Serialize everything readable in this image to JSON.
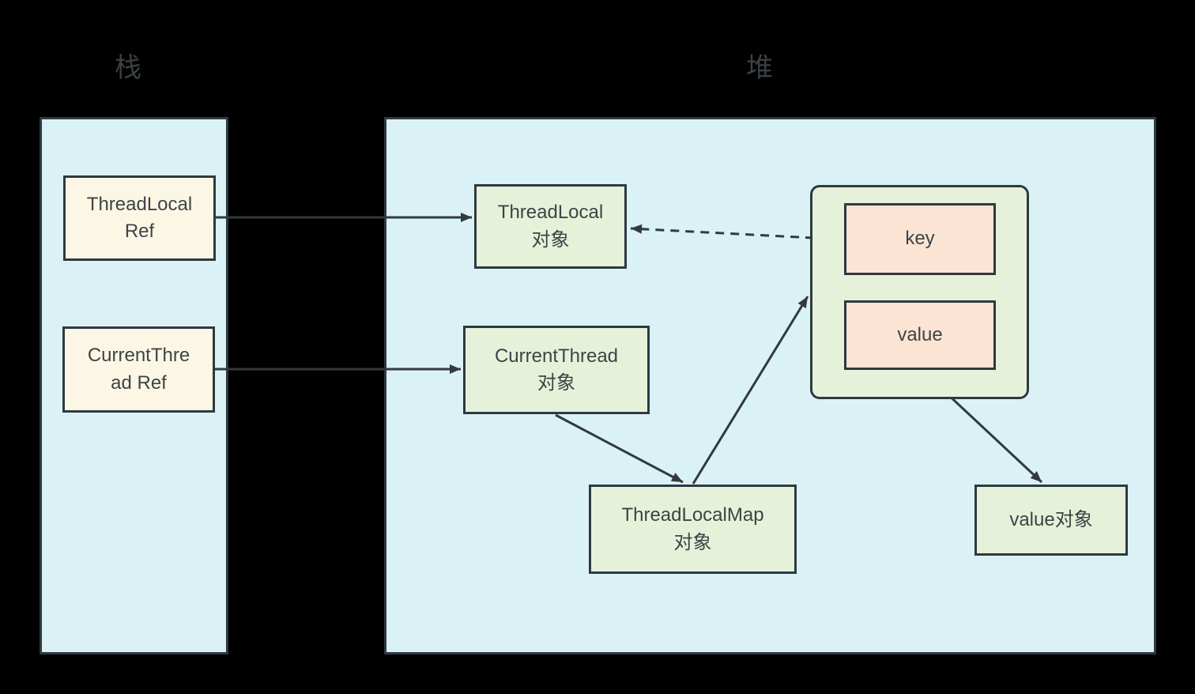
{
  "titles": {
    "stack": "栈",
    "heap": "堆"
  },
  "stack": {
    "threadlocal_ref": "ThreadLocal\nRef",
    "currentthread_ref": "CurrentThre\nad Ref"
  },
  "heap": {
    "threadlocal_object": "ThreadLocal\n对象",
    "currentthread_object": "CurrentThread\n对象",
    "threadlocalmap_object": "ThreadLocalMap\n对象",
    "entry_key": "key",
    "entry_value": "value",
    "value_object": "value对象"
  },
  "edges": [
    {
      "from": "ThreadLocal Ref",
      "to": "ThreadLocal 对象",
      "style": "solid"
    },
    {
      "from": "CurrentThread Ref",
      "to": "CurrentThread 对象",
      "style": "solid"
    },
    {
      "from": "CurrentThread 对象",
      "to": "ThreadLocalMap 对象",
      "style": "solid"
    },
    {
      "from": "ThreadLocalMap 对象",
      "to": "Entry (key/value)",
      "style": "solid"
    },
    {
      "from": "key",
      "to": "ThreadLocal 对象",
      "style": "dashed"
    },
    {
      "from": "value",
      "to": "value对象",
      "style": "solid"
    }
  ],
  "colors": {
    "background": "#000000",
    "panel_fill": "#daf2f5",
    "panel_border": "#2e3940",
    "stack_box_fill": "#fcf7e4",
    "heap_box_fill": "#e5f2d9",
    "entry_field_fill": "#fbe4d3",
    "box_border": "#2e3940",
    "arrow": "#33393d",
    "text": "#3e4347",
    "title_text": "#3b4043"
  }
}
